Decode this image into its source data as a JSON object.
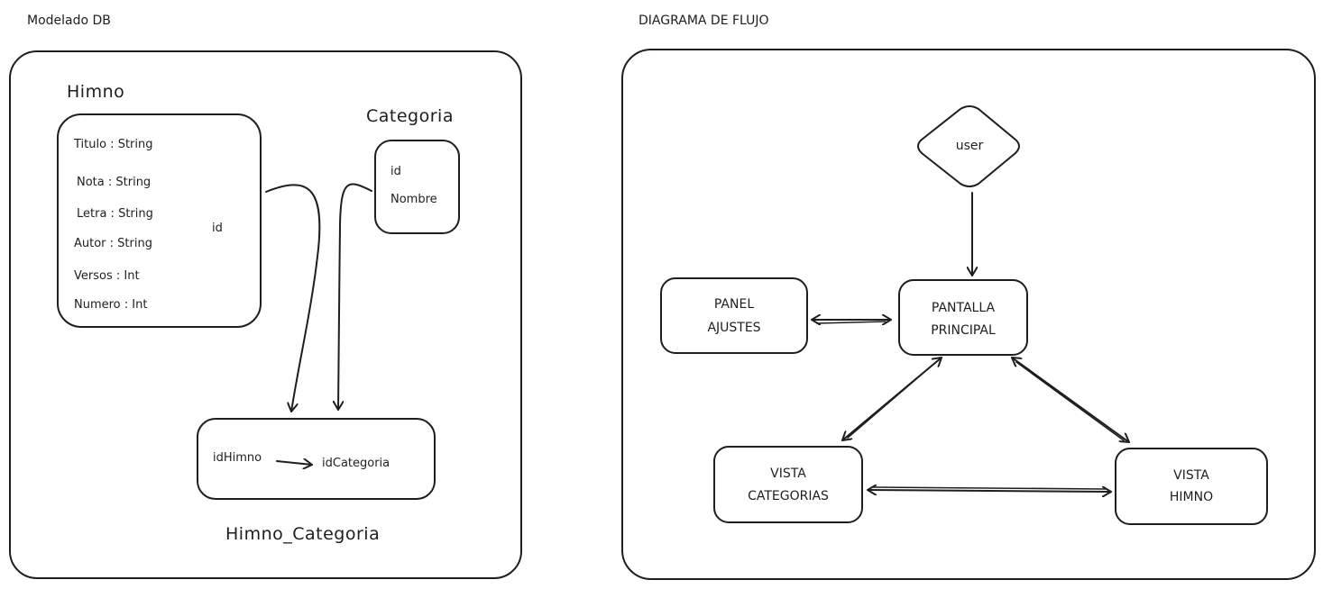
{
  "left_panel": {
    "heading": "Modelado DB",
    "himno": {
      "title": "Himno",
      "fields": [
        "Titulo : String",
        "Nota : String",
        "Letra : String",
        "Autor : String",
        "Versos : Int",
        "Numero : Int"
      ],
      "id_label": "id"
    },
    "categoria": {
      "title": "Categoria",
      "fields": [
        "id",
        "Nombre"
      ]
    },
    "himno_categoria": {
      "title": "Himno_Categoria",
      "left_field": "idHimno",
      "right_field": "idCategoria"
    }
  },
  "right_panel": {
    "heading": "DIAGRAMA DE FLUJO",
    "user_node": "user",
    "pantalla_principal": [
      "PANTALLA",
      "PRINCIPAL"
    ],
    "panel_ajustes": [
      "PANEL",
      "AJUSTES"
    ],
    "vista_categorias": [
      "VISTA",
      "CATEGORIAS"
    ],
    "vista_himno": [
      "VISTA",
      "HIMNO"
    ]
  }
}
